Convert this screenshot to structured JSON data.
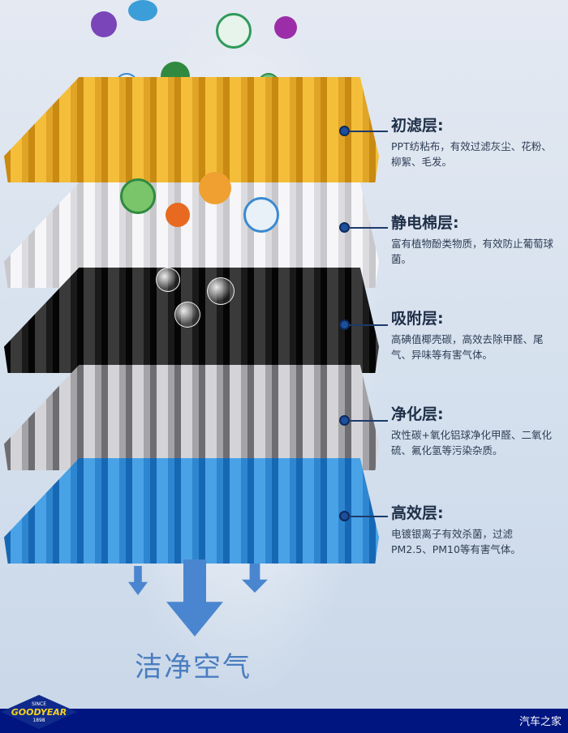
{
  "layers": [
    {
      "title": "初滤层:",
      "desc": "PPT纺粘布，有效过滤灰尘、花粉、柳絮、毛发。",
      "color": "#e6a520"
    },
    {
      "title": "静电棉层:",
      "desc": "富有植物酚类物质，有效防止葡萄球菌。",
      "color": "#e8e8ea"
    },
    {
      "title": "吸附层:",
      "desc": "高碘值椰壳碳，高效去除甲醛、尾气、异味等有害气体。",
      "color": "#1a1a1a"
    },
    {
      "title": "净化层:",
      "desc": "改性碳+氧化铝球净化甲醛、二氧化硫、氟化氢等污染杂质。",
      "color": "#9a9a9e"
    },
    {
      "title": "高效层:",
      "desc": "电镀银离子有效杀菌，过滤PM2.5、PM10等有害气体。",
      "color": "#2f8ad6"
    }
  ],
  "clean_air": "洁净空气",
  "logo": {
    "since": "SINCE",
    "brand": "GOODYEAR",
    "year": "1898"
  },
  "watermark": "汽车之家"
}
